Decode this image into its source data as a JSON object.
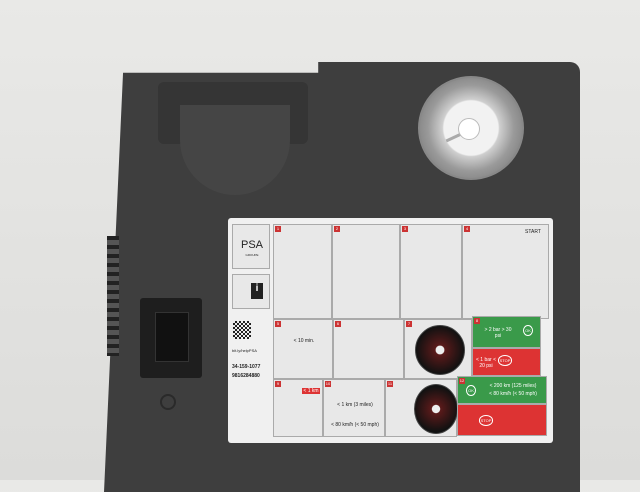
{
  "label": {
    "brand": "PSA",
    "brand_sub": "GROUPE",
    "info_icon": "i",
    "link": "bit.ly/helpPSA",
    "code1": "34-159-1077",
    "code2": "9816284880",
    "steps": [
      "1",
      "2",
      "3",
      "4",
      "5",
      "6",
      "7",
      "8",
      "9",
      "10",
      "11",
      "12"
    ],
    "start": "START",
    "time": "< 10 min.",
    "distance": "< 1 km (3 miles)",
    "speed": "< 80 km/h (< 50 mph)",
    "short_distance": "< 1 km",
    "ok_pressure": "> 2 bar > 30 psi",
    "low_pressure": "< 1 bar < 20 psi",
    "ok": "OK",
    "stop": "STOP",
    "after_distance": "< 200 km (125 miles)",
    "after_speed": "< 80 km/h (< 50 mph)"
  }
}
